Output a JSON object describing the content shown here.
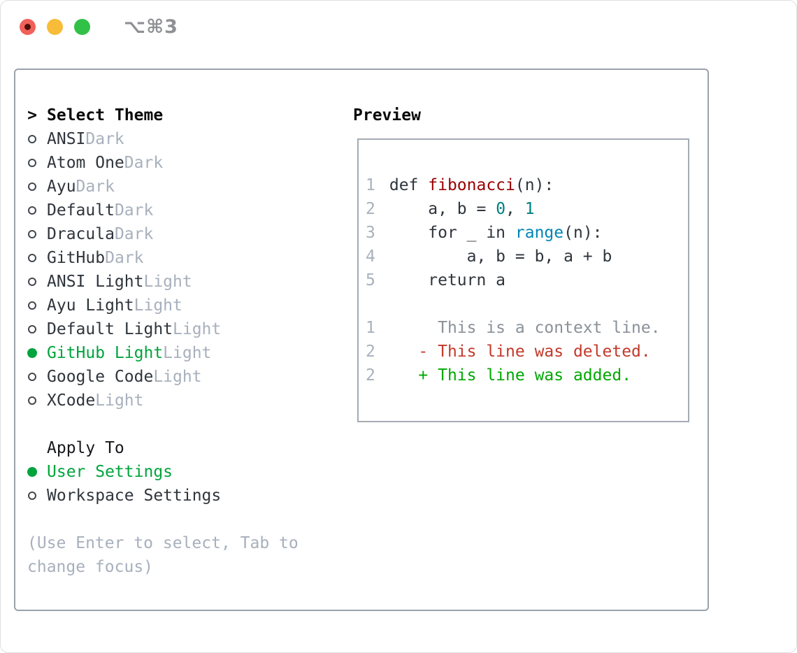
{
  "window": {
    "title": "⌥⌘3",
    "traffic_lights": [
      {
        "name": "close",
        "color": "#f2605a",
        "has_dot": true
      },
      {
        "name": "minimize",
        "color": "#f8bc38",
        "has_dot": false
      },
      {
        "name": "zoom",
        "color": "#30c146",
        "has_dot": false
      }
    ]
  },
  "theme_picker": {
    "header": {
      "prompt": ">",
      "label": "Select Theme"
    },
    "items": [
      {
        "name": "ANSI",
        "variant": "Dark",
        "selected": false
      },
      {
        "name": "Atom One",
        "variant": "Dark",
        "selected": false
      },
      {
        "name": "Ayu",
        "variant": "Dark",
        "selected": false
      },
      {
        "name": "Default",
        "variant": "Dark",
        "selected": false
      },
      {
        "name": "Dracula",
        "variant": "Dark",
        "selected": false
      },
      {
        "name": "GitHub",
        "variant": "Dark",
        "selected": false
      },
      {
        "name": "ANSI Light",
        "variant": "Light",
        "selected": false
      },
      {
        "name": "Ayu Light",
        "variant": "Light",
        "selected": false
      },
      {
        "name": "Default Light",
        "variant": "Light",
        "selected": false
      },
      {
        "name": "GitHub Light",
        "variant": "Light",
        "selected": true
      },
      {
        "name": "Google Code",
        "variant": "Light",
        "selected": false
      },
      {
        "name": "XCode",
        "variant": "Light",
        "selected": false
      }
    ],
    "apply_to": {
      "label": "Apply To",
      "options": [
        {
          "label": "User Settings",
          "selected": true
        },
        {
          "label": "Workspace Settings",
          "selected": false
        }
      ]
    },
    "help_text": "(Use Enter to select, Tab to change focus)"
  },
  "preview": {
    "label": "Preview",
    "code_lines": [
      {
        "number": "1",
        "tokens": [
          {
            "text": "def ",
            "type": "keyword"
          },
          {
            "text": "fibonacci",
            "type": "function"
          },
          {
            "text": "(n):",
            "type": "plain"
          }
        ]
      },
      {
        "number": "2",
        "tokens": [
          {
            "text": "    a, b = ",
            "type": "plain"
          },
          {
            "text": "0",
            "type": "number"
          },
          {
            "text": ", ",
            "type": "plain"
          },
          {
            "text": "1",
            "type": "number"
          }
        ]
      },
      {
        "number": "3",
        "tokens": [
          {
            "text": "    for _ in ",
            "type": "plain"
          },
          {
            "text": "range",
            "type": "builtin"
          },
          {
            "text": "(n):",
            "type": "plain"
          }
        ]
      },
      {
        "number": "4",
        "tokens": [
          {
            "text": "        a, b = b, a + b",
            "type": "plain"
          }
        ]
      },
      {
        "number": "5",
        "tokens": [
          {
            "text": "    return a",
            "type": "plain"
          }
        ]
      }
    ],
    "diff_lines": [
      {
        "number": "1",
        "kind": "context",
        "text": "     This is a context line."
      },
      {
        "number": "2",
        "kind": "deleted",
        "text": "   - This line was deleted."
      },
      {
        "number": "2",
        "kind": "added",
        "text": "   + This line was added."
      }
    ]
  },
  "colors": {
    "selection_green": "#00a43c",
    "diff_added_green": "#00a800",
    "diff_deleted_red": "#c3392b",
    "diff_context_gray": "#8a9199",
    "function_red": "#990000",
    "number_teal": "#008080",
    "builtin_blue": "#0086b3",
    "variant_tag_gray": "#a7b0bc",
    "line_number_gray": "#a8b1bc",
    "panel_border_gray": "#9aa2ab",
    "title_gray": "#8f9094",
    "traffic_red": "#f2605a",
    "traffic_yellow": "#f8bc38",
    "traffic_green": "#30c146"
  }
}
